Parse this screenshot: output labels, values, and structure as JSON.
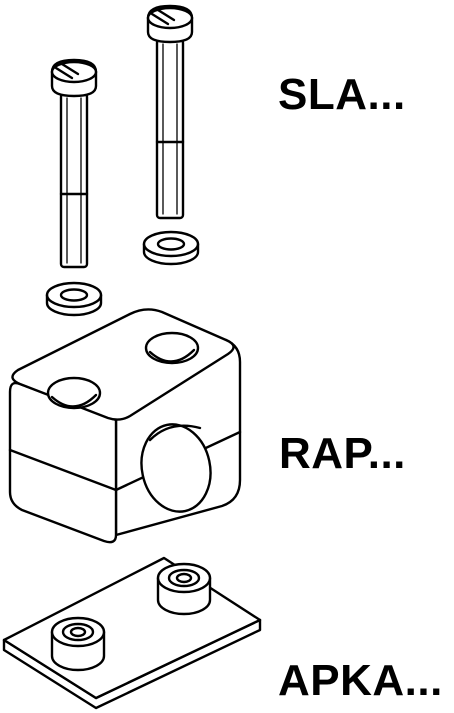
{
  "labels": {
    "screw": "SLA...",
    "clamp": "RAP...",
    "plate": "APKA..."
  }
}
